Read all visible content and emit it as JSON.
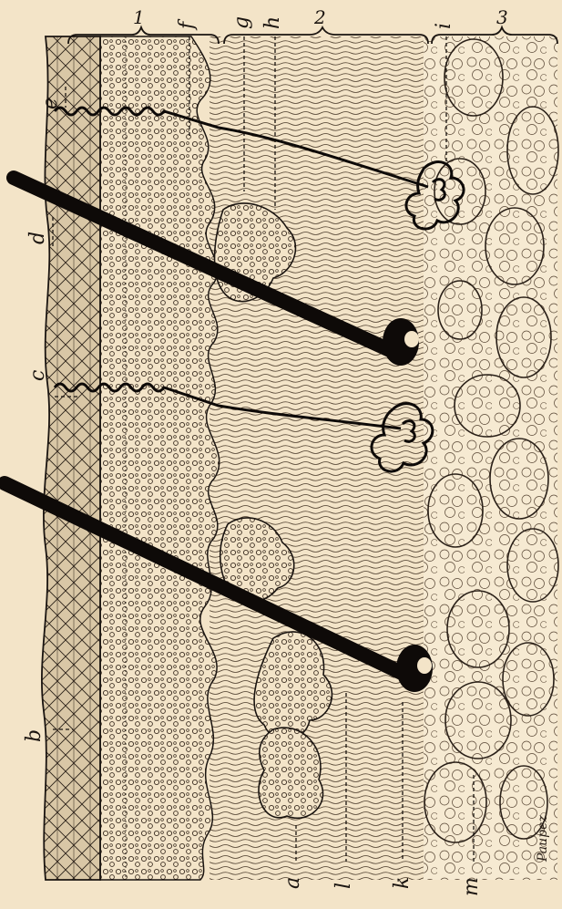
{
  "figure": {
    "section_numbers": [
      "1",
      "2",
      "3"
    ],
    "labels_top": [
      "e",
      "f",
      "g",
      "h",
      "i",
      "d",
      "c"
    ],
    "labels_bottom": [
      "b",
      "a",
      "l",
      "k",
      "m"
    ],
    "signature": "Paupez",
    "colors": {
      "paper": "#f3e4c8",
      "ink": "#1a1410"
    }
  }
}
